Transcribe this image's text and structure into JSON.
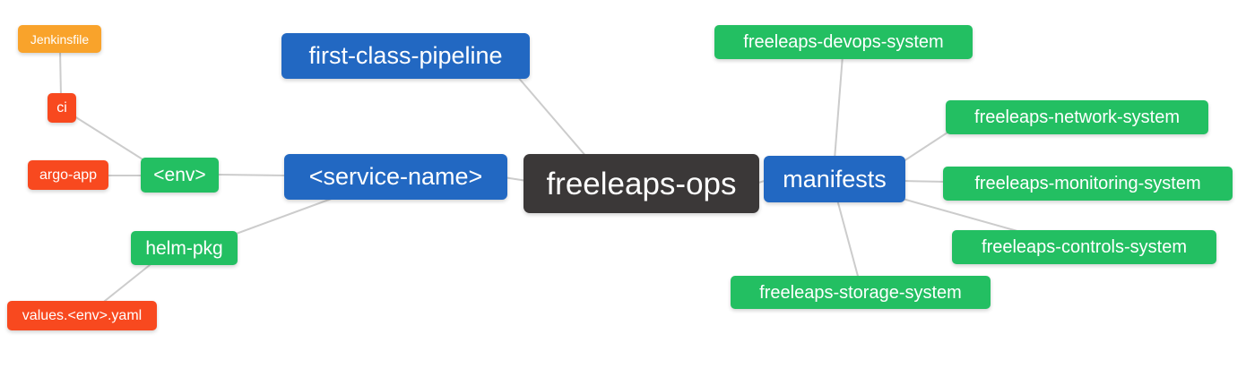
{
  "diagram": {
    "root_label": "freeleaps-ops",
    "colors": {
      "root_dark": "#3b3838",
      "branch_blue": "#2268c2",
      "leaf_green": "#23bf62",
      "leaf_red": "#f8491f",
      "leaf_amber": "#f9a32b",
      "edge_gray": "#cccccc",
      "text": "#ffffff",
      "background": "#ffffff"
    },
    "nodes": [
      {
        "id": "freeleaps-ops",
        "label": "freeleaps-ops",
        "color": "#3b3838"
      },
      {
        "id": "first-class-pipeline",
        "label": "first-class-pipeline",
        "color": "#2268c2"
      },
      {
        "id": "service-name",
        "label": "<service-name>",
        "color": "#2268c2"
      },
      {
        "id": "manifests",
        "label": "manifests",
        "color": "#2268c2"
      },
      {
        "id": "env",
        "label": "<env>",
        "color": "#23bf62"
      },
      {
        "id": "helm-pkg",
        "label": "helm-pkg",
        "color": "#23bf62"
      },
      {
        "id": "jenkinsfile",
        "label": "Jenkinsfile",
        "color": "#f9a32b"
      },
      {
        "id": "ci",
        "label": "ci",
        "color": "#f8491f"
      },
      {
        "id": "argo-app",
        "label": "argo-app",
        "color": "#f8491f"
      },
      {
        "id": "values-env-yaml",
        "label": "values.<env>.yaml",
        "color": "#f8491f"
      },
      {
        "id": "freeleaps-devops-system",
        "label": "freeleaps-devops-system",
        "color": "#23bf62"
      },
      {
        "id": "freeleaps-network-system",
        "label": "freeleaps-network-system",
        "color": "#23bf62"
      },
      {
        "id": "freeleaps-monitoring-system",
        "label": "freeleaps-monitoring-system",
        "color": "#23bf62"
      },
      {
        "id": "freeleaps-controls-system",
        "label": "freeleaps-controls-system",
        "color": "#23bf62"
      },
      {
        "id": "freeleaps-storage-system",
        "label": "freeleaps-storage-system",
        "color": "#23bf62"
      }
    ],
    "edges": [
      {
        "from": "jenkinsfile",
        "to": "ci"
      },
      {
        "from": "ci",
        "to": "env"
      },
      {
        "from": "argo-app",
        "to": "env"
      },
      {
        "from": "env",
        "to": "service-name"
      },
      {
        "from": "service-name",
        "to": "helm-pkg"
      },
      {
        "from": "helm-pkg",
        "to": "values-env-yaml"
      },
      {
        "from": "first-class-pipeline",
        "to": "freeleaps-ops"
      },
      {
        "from": "service-name",
        "to": "freeleaps-ops"
      },
      {
        "from": "freeleaps-ops",
        "to": "manifests"
      },
      {
        "from": "manifests",
        "to": "freeleaps-devops-system"
      },
      {
        "from": "manifests",
        "to": "freeleaps-network-system"
      },
      {
        "from": "manifests",
        "to": "freeleaps-monitoring-system"
      },
      {
        "from": "manifests",
        "to": "freeleaps-controls-system"
      },
      {
        "from": "manifests",
        "to": "freeleaps-storage-system"
      }
    ]
  }
}
